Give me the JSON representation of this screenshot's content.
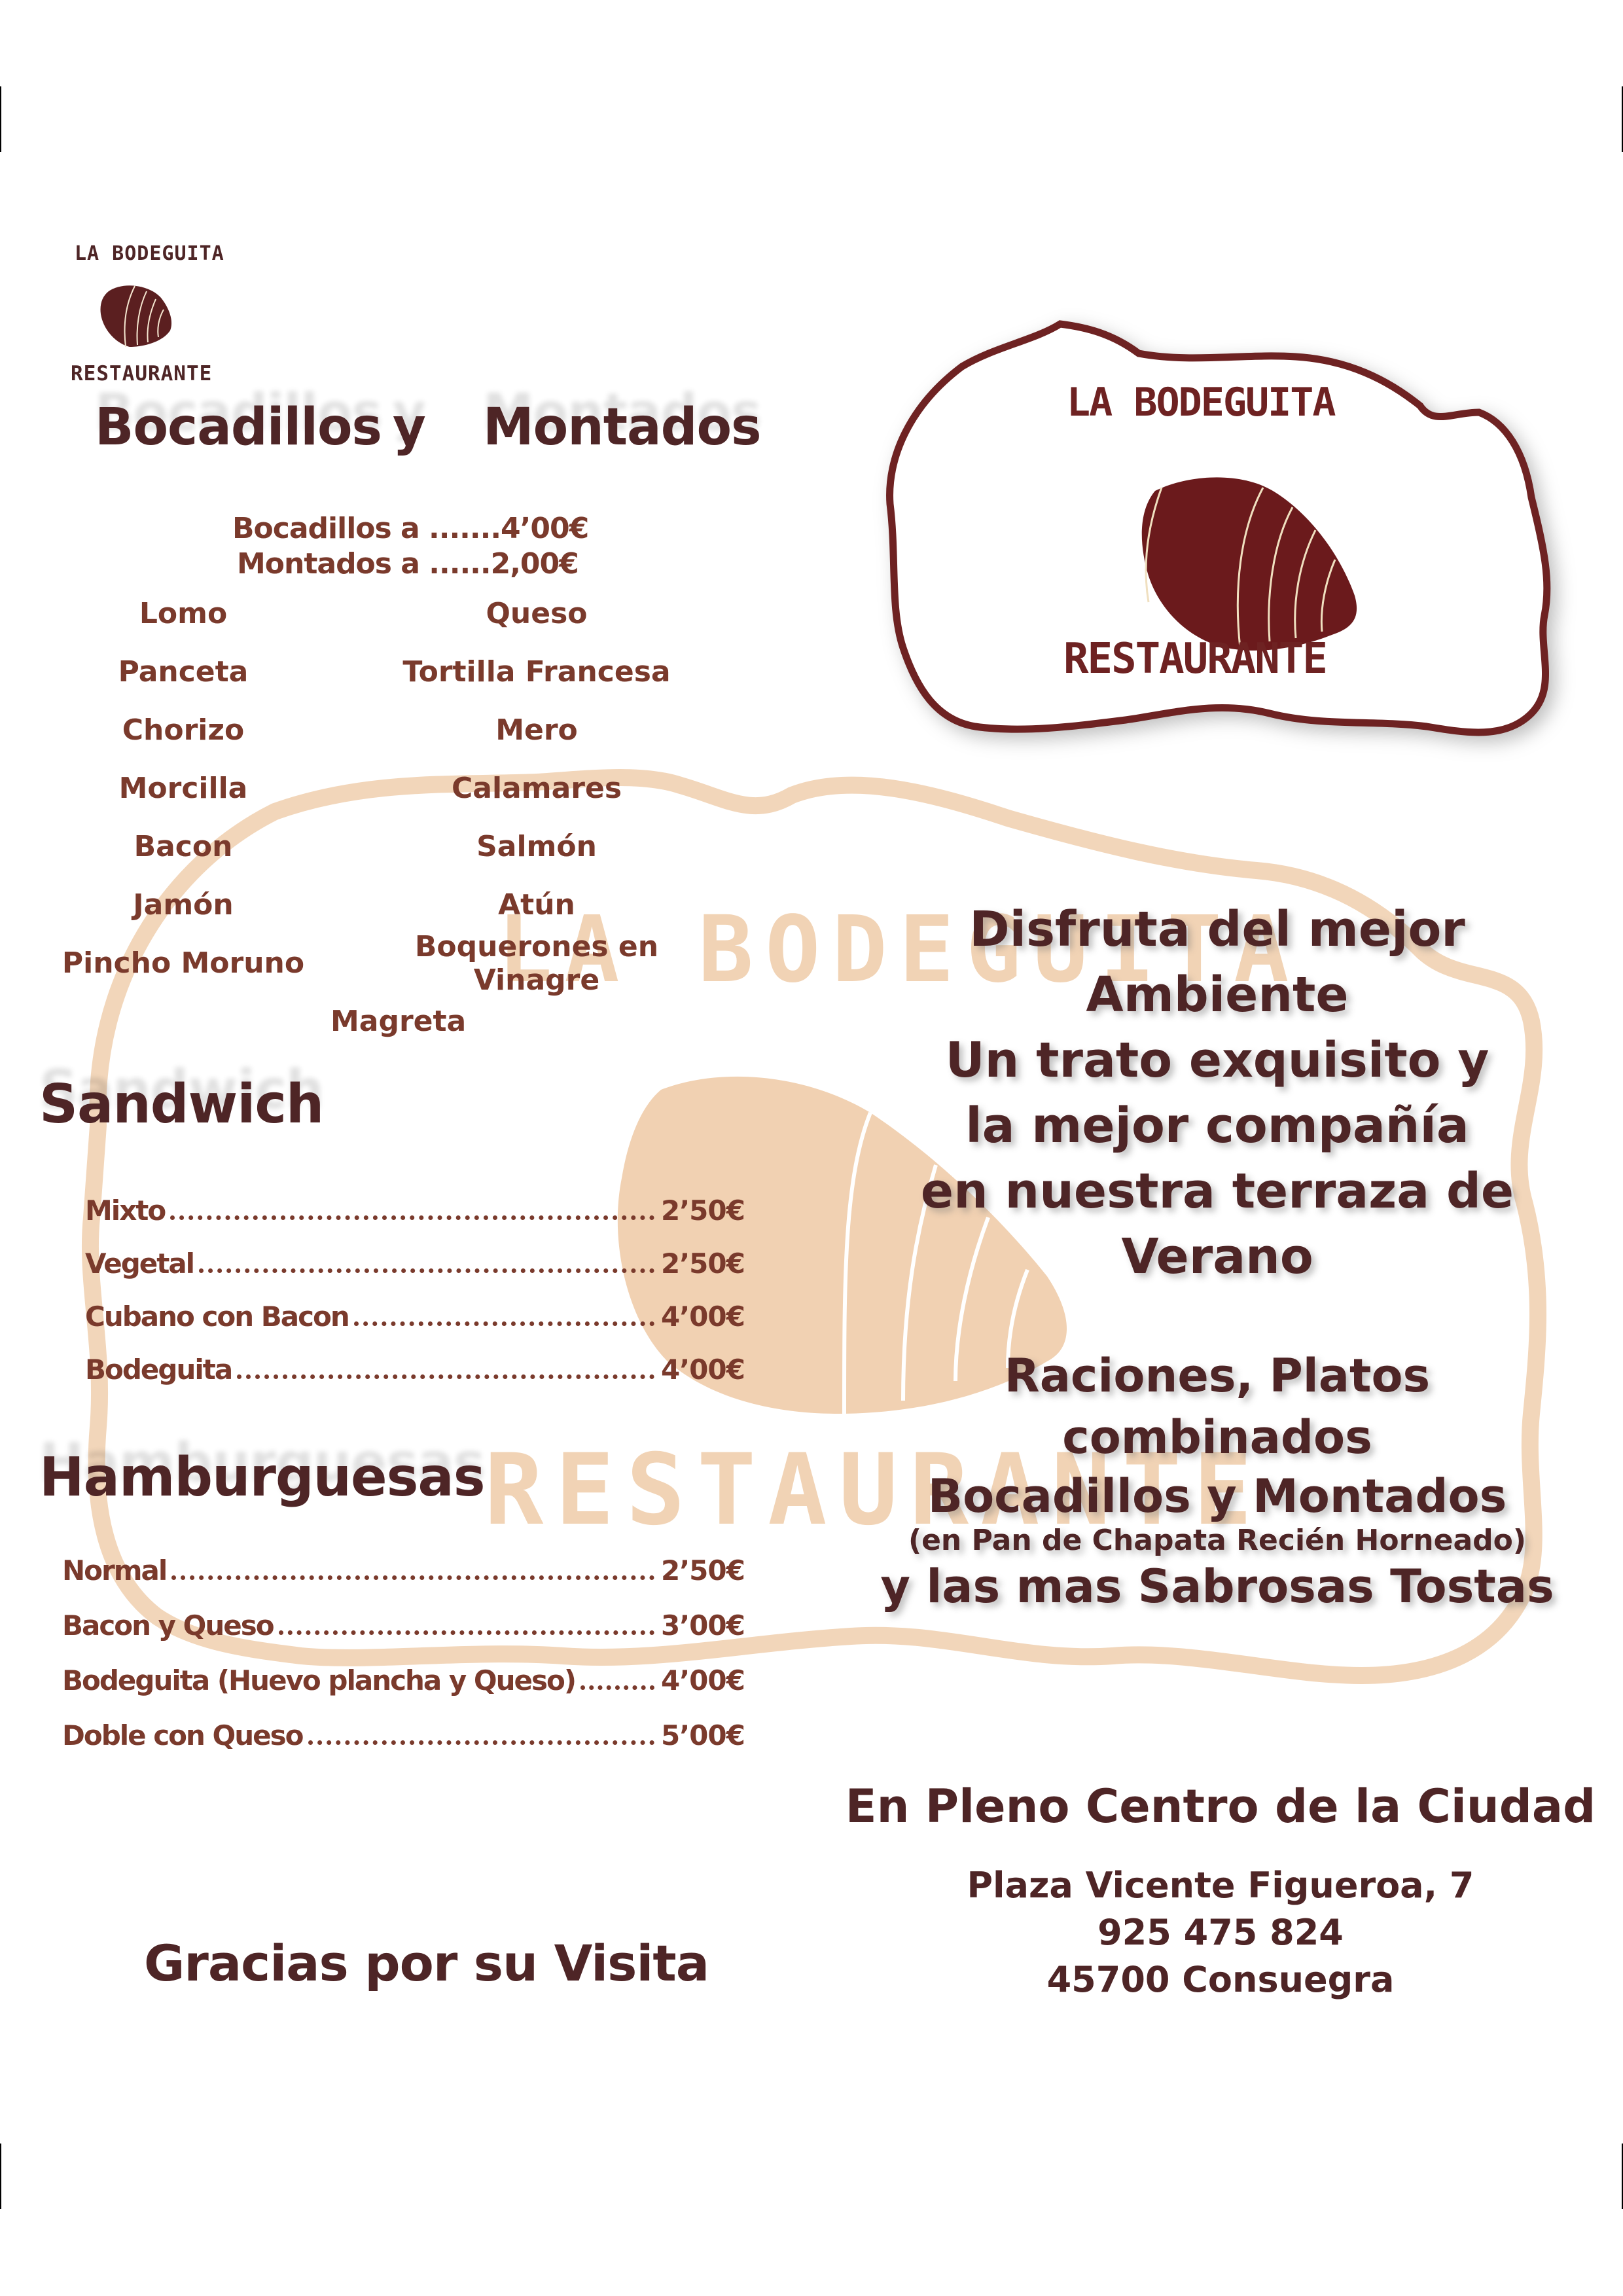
{
  "watermark": {
    "top_text": "LA BODEGUITA",
    "bottom_text": "RESTAURANTE",
    "color": "#f0cfae"
  },
  "small_logo": {
    "top_text": "LA BODEGUITA",
    "bottom_text": "RESTAURANTE",
    "icon": "bread-loaf-icon"
  },
  "big_logo": {
    "top_text": "LA BODEGUITA",
    "bottom_text": "RESTAURANTE",
    "icon": "bread-loaf-icon",
    "border_color": "#6e2222"
  },
  "bocadillos": {
    "title_part1": "Bocadillos",
    "title_part2": "y",
    "title_part3": "Montados",
    "price_line1": "Bocadillos a .......4’00€",
    "price_line2": "Montados a ......2,00€",
    "items": [
      [
        "Lomo",
        "Queso"
      ],
      [
        "Panceta",
        "Tortilla Francesa"
      ],
      [
        "Chorizo",
        "Mero"
      ],
      [
        "Morcilla",
        "Calamares"
      ],
      [
        "Bacon",
        "Salmón"
      ],
      [
        "Jamón",
        "Atún"
      ],
      [
        "Pincho Moruno",
        "Boquerones en Vinagre"
      ]
    ],
    "last_item": "Magreta"
  },
  "sandwich": {
    "title": "Sandwich",
    "items": [
      {
        "name": "Mixto",
        "price": "2’50€"
      },
      {
        "name": "Vegetal",
        "price": "2’50€"
      },
      {
        "name": "Cubano con Bacon",
        "price": "4’00€"
      },
      {
        "name": "Bodeguita",
        "price": "4’00€"
      }
    ]
  },
  "hamburguesas": {
    "title": "Hamburguesas",
    "items": [
      {
        "name": "Normal",
        "price": "2’50€"
      },
      {
        "name": "Bacon y Queso",
        "price": "3’00€"
      },
      {
        "name": "Bodeguita (Huevo plancha y Queso)",
        "price": "4’00€"
      },
      {
        "name": "Doble con Queso",
        "price": "5’00€"
      }
    ]
  },
  "footer_left": {
    "thanks": "Gracias por su Visita"
  },
  "promo": {
    "lines": [
      "Disfruta del mejor Ambiente",
      "Un trato exquisito y",
      "la mejor compañía",
      "en nuestra terraza de Verano"
    ]
  },
  "offer": {
    "line1": "Raciones, Platos combinados",
    "line2": "Bocadillos y Montados",
    "line3": "(en Pan de Chapata Recién Horneado)",
    "line4": "y las mas Sabrosas Tostas"
  },
  "contact": {
    "headline": "En Pleno Centro de la Ciudad",
    "address": "Plaza Vicente Figueroa, 7",
    "phone": "925 475 824",
    "city": "45700 Consuegra"
  },
  "colors": {
    "heading": "#4e2526",
    "item_text": "#7a3a2c",
    "watermark": "#f0cfae"
  }
}
